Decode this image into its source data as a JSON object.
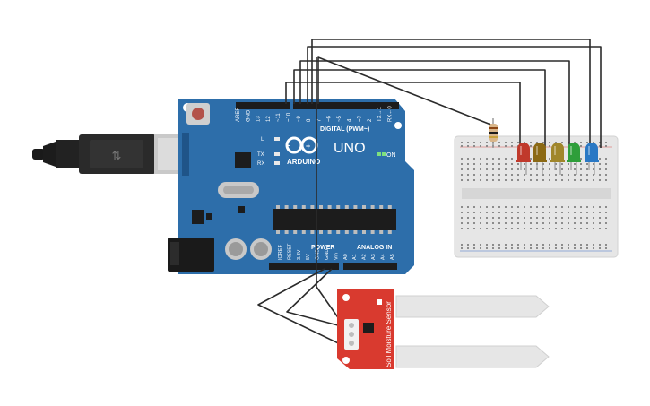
{
  "board": {
    "logo_text": "ARDUINO",
    "model": "UNO",
    "on_label": "ON",
    "digital_label": "DIGITAL (PWM~)",
    "power_label": "POWER",
    "analog_label": "ANALOG IN",
    "l_label": "L",
    "tx_label": "TX",
    "rx_label": "RX",
    "top_pins": [
      "AREF",
      "GND",
      "13",
      "12",
      "~11",
      "~10",
      "~9",
      "8",
      "7",
      "~6",
      "~5",
      "4",
      "~3",
      "2",
      "TX→1",
      "RX←0"
    ],
    "bottom_pins": [
      "IOREF",
      "RESET",
      "3.3V",
      "5V",
      "GND",
      "GND",
      "Vin",
      "A0",
      "A1",
      "A2",
      "A3",
      "A4",
      "A5"
    ]
  },
  "sensor": {
    "label": "Soil Moisture Sensor"
  },
  "leds": {
    "colors": [
      "#c0392b",
      "#8b6914",
      "#a0862a",
      "#2e9e3a",
      "#2a78c4"
    ]
  },
  "colors": {
    "board": "#2d6eaa",
    "board_dark": "#1f5488",
    "wire": "#2b2b2b",
    "sensor_red": "#d93a2f",
    "breadboard": "#e8e8e8"
  }
}
